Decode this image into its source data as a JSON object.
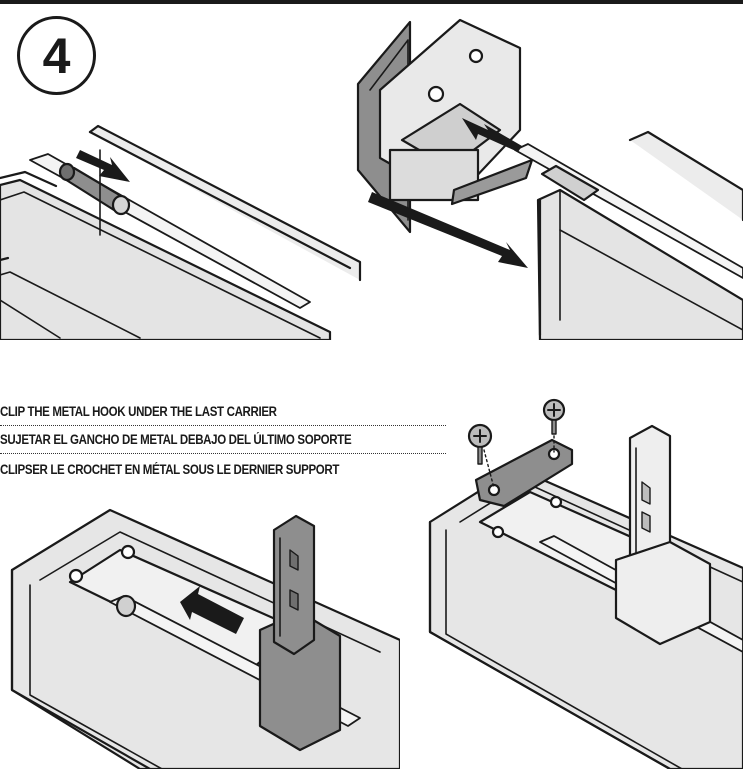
{
  "step": {
    "number": "4"
  },
  "instructions": [
    {
      "lang": "en",
      "text": "CLIP THE METAL HOOK UNDER THE LAST CARRIER"
    },
    {
      "lang": "es",
      "text": "SUJETAR EL GANCHO DE METAL DEBAJO DEL ÚLTIMO SOPORTE"
    },
    {
      "lang": "fr",
      "text": "CLIPSER LE CROCHET EN MÉTAL SOUS LE DERNIER SUPPORT"
    }
  ],
  "colors": {
    "ink": "#1a1a1a",
    "rail_fill": "#e4e4e4",
    "part_fill": "#8e8e8e",
    "page": "#ffffff"
  },
  "illustrations": [
    {
      "panel": "top-left",
      "depicts": "rod-with-sleeve-arrow-icon"
    },
    {
      "panel": "top-right",
      "depicts": "end-cap-insert-arrow-icon"
    },
    {
      "panel": "bottom-left",
      "depicts": "carrier-slide-arrow-icon"
    },
    {
      "panel": "bottom-right",
      "depicts": "metal-hook-screws-icon"
    }
  ]
}
